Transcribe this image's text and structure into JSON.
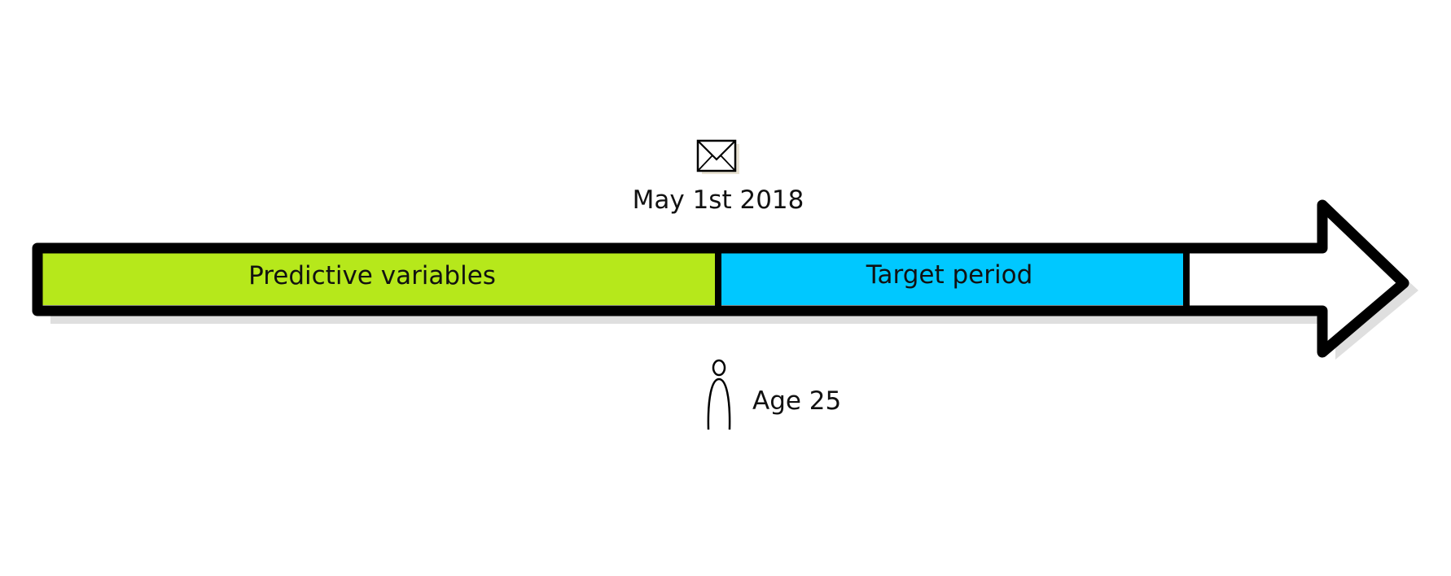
{
  "timeline": {
    "segments": [
      {
        "label": "Predictive variables",
        "color": "#B6E81B"
      },
      {
        "label": "Target period",
        "color": "#00C8FF"
      }
    ],
    "arrow_head_color": "#ffffff",
    "outline_color": "#000000"
  },
  "event": {
    "date_label": "May 1st 2018",
    "icon": "envelope-icon"
  },
  "person": {
    "age_label": "Age 25",
    "icon": "person-icon"
  }
}
